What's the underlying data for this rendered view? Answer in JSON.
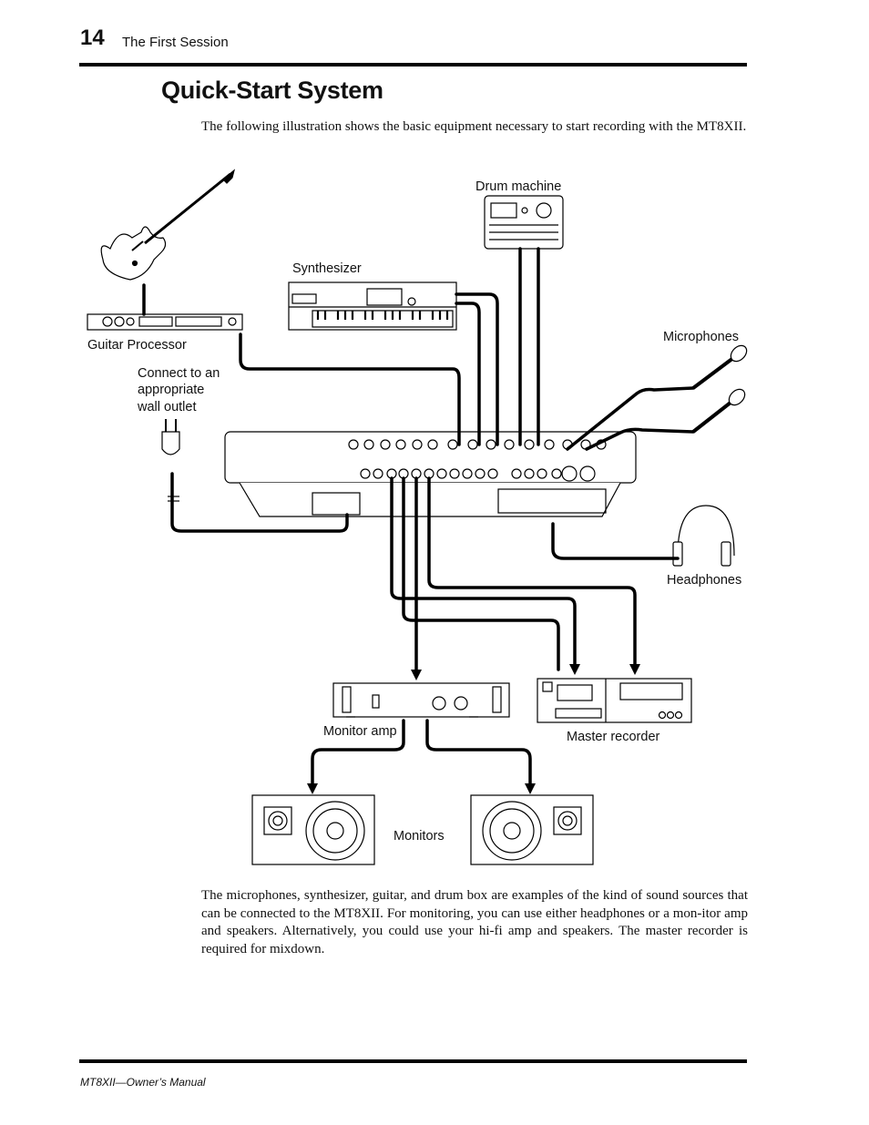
{
  "header": {
    "page_number": "14",
    "section": "The First Session"
  },
  "heading": "Quick-Start System",
  "intro": "The following illustration shows the basic equipment necessary to start recording with the MT8XII.",
  "diagram": {
    "labels": {
      "drum_machine": "Drum machine",
      "synthesizer": "Synthesizer",
      "guitar_processor": "Guitar Processor",
      "microphones": "Microphones",
      "outlet_line1": "Connect to an",
      "outlet_line2": "appropriate",
      "outlet_line3": "wall outlet",
      "headphones": "Headphones",
      "monitor_amp": "Monitor amp",
      "master_recorder": "Master recorder",
      "monitors": "Monitors"
    }
  },
  "closing": "The microphones, synthesizer, guitar, and drum box are examples of the kind of sound sources that can be connected to the MT8XII. For monitoring, you can use either headphones or a mon-itor amp and speakers. Alternatively, you could use your hi-fi amp and speakers. The master recorder is required for mixdown.",
  "footer": "MT8XII—Owner’s Manual"
}
